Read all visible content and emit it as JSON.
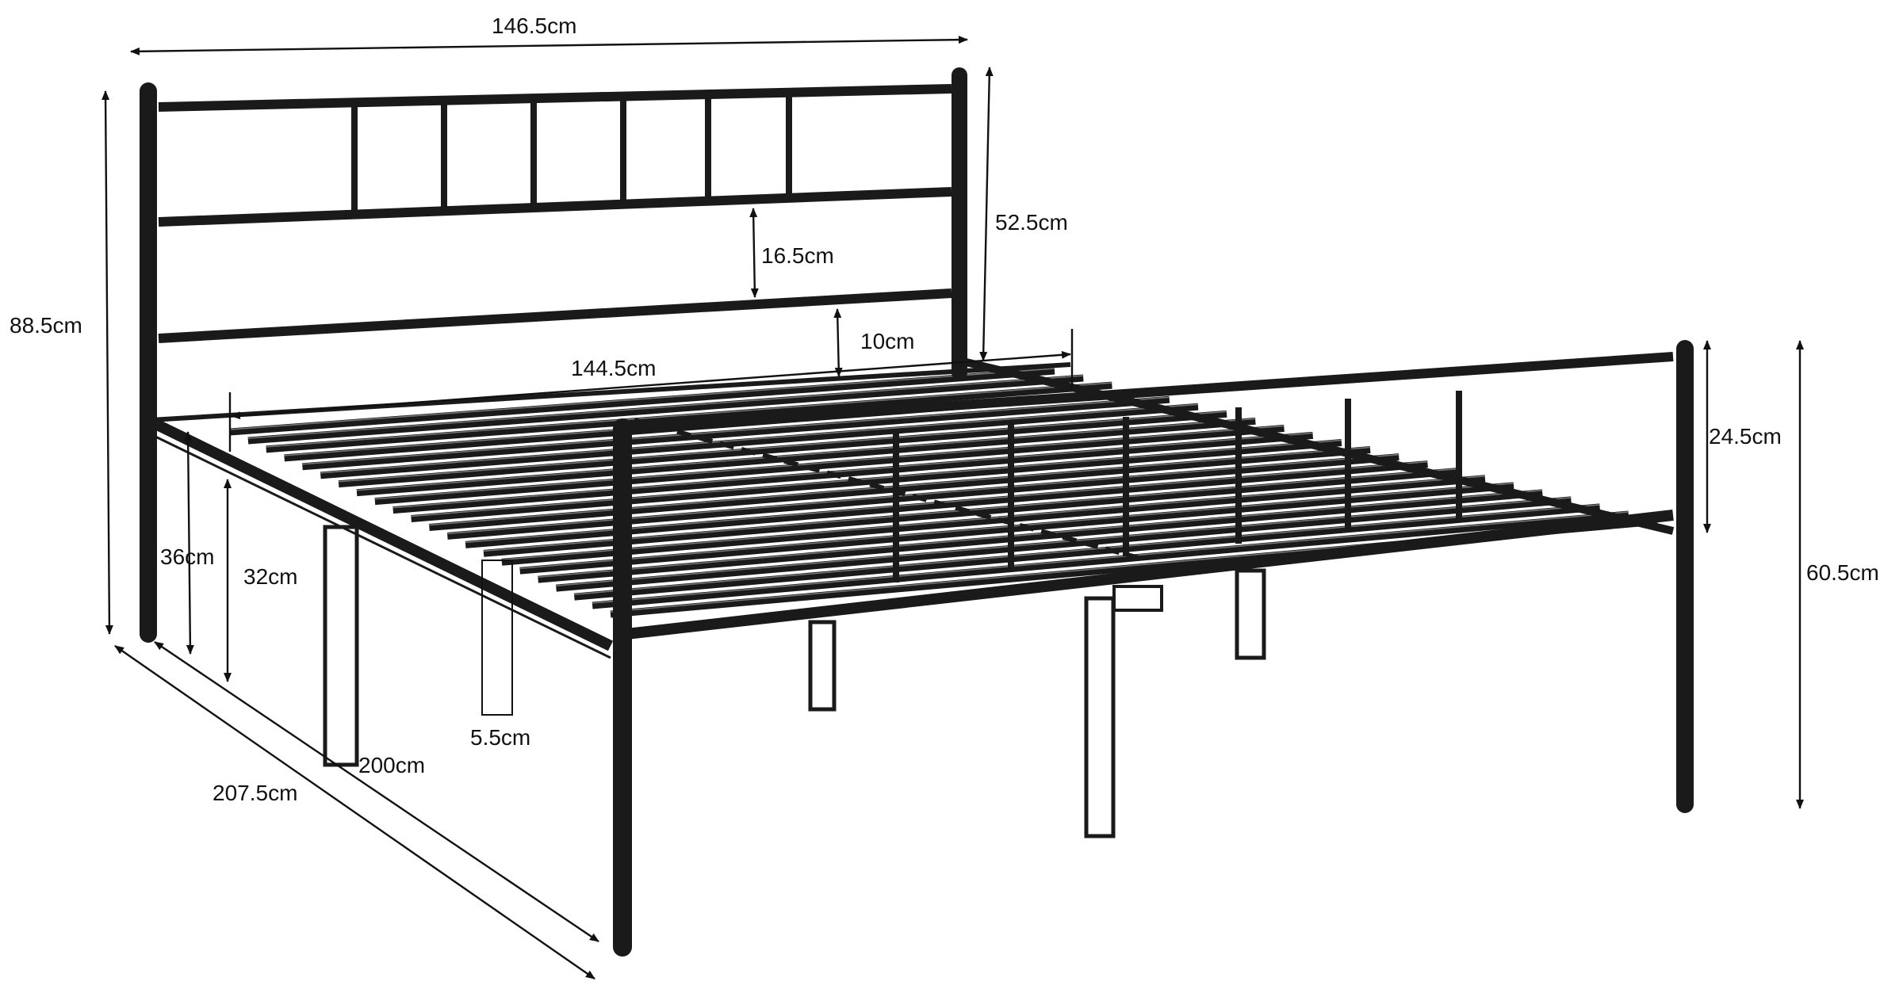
{
  "colors": {
    "frame": "#1a1a1a",
    "dimension_line": "#111111",
    "background": "#ffffff"
  },
  "dimensions": {
    "total_width": "146.5cm",
    "headboard_height": "52.5cm",
    "rail_gap": "16.5cm",
    "rail_to_slats": "10cm",
    "inner_width": "144.5cm",
    "total_height": "88.5cm",
    "side_height": "36cm",
    "clearance": "32cm",
    "leg_width": "5.5cm",
    "inner_length": "200cm",
    "total_length": "207.5cm",
    "footboard_height": "24.5cm",
    "footboard_total_height": "60.5cm"
  }
}
